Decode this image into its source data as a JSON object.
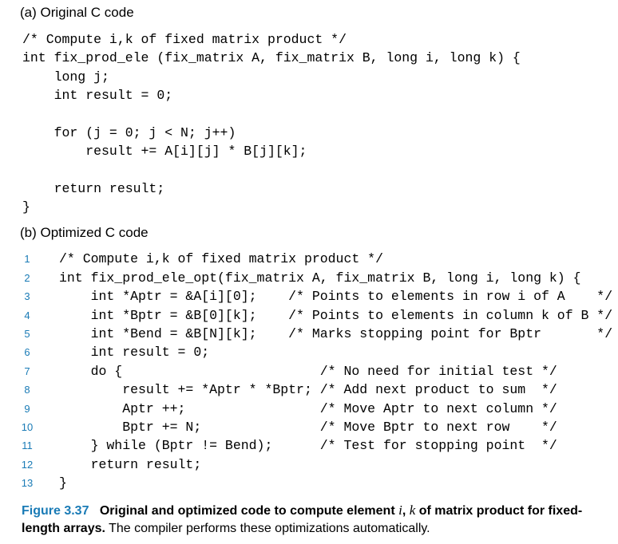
{
  "section_a": {
    "title": "(a) Original C code",
    "lines": [
      "/* Compute i,k of fixed matrix product */",
      "int fix_prod_ele (fix_matrix A, fix_matrix B, long i, long k) {",
      "    long j;",
      "    int result = 0;",
      "",
      "    for (j = 0; j < N; j++)",
      "        result += A[i][j] * B[j][k];",
      "",
      "    return result;",
      "}"
    ]
  },
  "section_b": {
    "title": "(b) Optimized C code",
    "lines": [
      {
        "num": "1",
        "code": "/* Compute i,k of fixed matrix product */"
      },
      {
        "num": "2",
        "code": "int fix_prod_ele_opt(fix_matrix A, fix_matrix B, long i, long k) {"
      },
      {
        "num": "3",
        "code": "    int *Aptr = &A[i][0];    /* Points to elements in row i of A    */"
      },
      {
        "num": "4",
        "code": "    int *Bptr = &B[0][k];    /* Points to elements in column k of B */"
      },
      {
        "num": "5",
        "code": "    int *Bend = &B[N][k];    /* Marks stopping point for Bptr       */"
      },
      {
        "num": "6",
        "code": "    int result = 0;"
      },
      {
        "num": "7",
        "code": "    do {                         /* No need for initial test */"
      },
      {
        "num": "8",
        "code": "        result += *Aptr * *Bptr; /* Add next product to sum  */"
      },
      {
        "num": "9",
        "code": "        Aptr ++;                 /* Move Aptr to next column */"
      },
      {
        "num": "10",
        "code": "        Bptr += N;               /* Move Bptr to next row    */"
      },
      {
        "num": "11",
        "code": "    } while (Bptr != Bend);      /* Test for stopping point  */"
      },
      {
        "num": "12",
        "code": "    return result;"
      },
      {
        "num": "13",
        "code": "}"
      }
    ]
  },
  "caption": {
    "figure_label": "Figure 3.37",
    "bold_text_1": "Original and optimized code to compute element",
    "var_i": "i",
    "comma": ", ",
    "var_k": "k",
    "bold_text_2": "of matrix product for fixed-length arrays.",
    "normal_text": "The compiler performs these optimizations automatically."
  }
}
